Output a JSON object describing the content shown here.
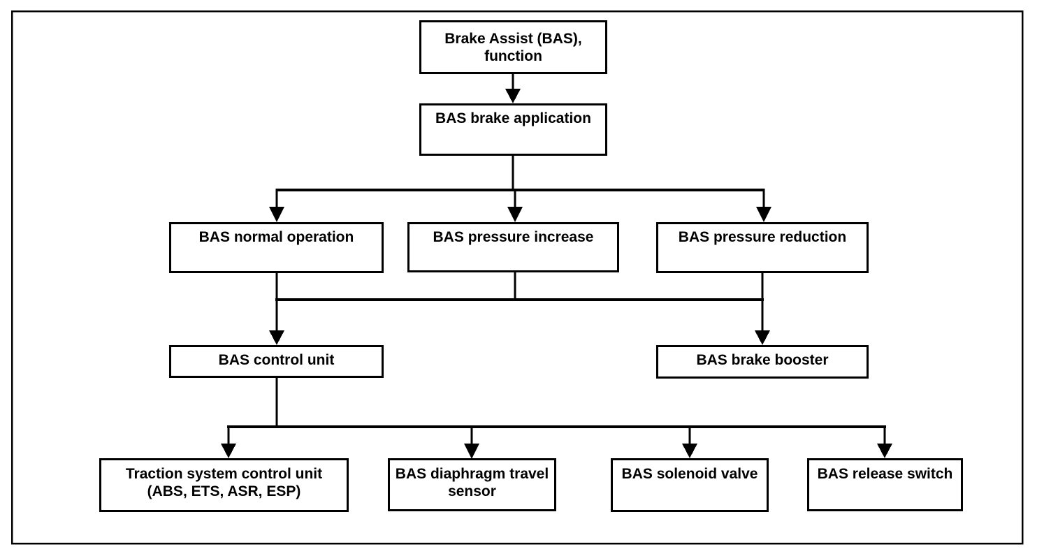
{
  "diagram": {
    "type": "flowchart",
    "colors": {
      "line": "#000000",
      "background": "#ffffff",
      "box_fill": "#ffffff",
      "text": "#000000"
    },
    "nodes": {
      "function": {
        "label": "Brake Assist (BAS),\nfunction"
      },
      "brake_application": {
        "label": "BAS brake application"
      },
      "normal_operation": {
        "label": "BAS normal operation"
      },
      "pressure_increase": {
        "label": "BAS pressure increase"
      },
      "pressure_reduction": {
        "label": "BAS pressure reduction"
      },
      "control_unit": {
        "label": "BAS control unit"
      },
      "brake_booster": {
        "label": "BAS brake booster"
      },
      "traction_control": {
        "label": "Traction system control unit\n(ABS, ETS, ASR, ESP)"
      },
      "diaphragm_sensor": {
        "label": "BAS diaphragm travel\nsensor"
      },
      "solenoid_valve": {
        "label": "BAS solenoid valve"
      },
      "release_switch": {
        "label": "BAS release switch"
      }
    },
    "edges": [
      {
        "from": "function",
        "to": "brake_application"
      },
      {
        "from": "brake_application",
        "to": "normal_operation"
      },
      {
        "from": "brake_application",
        "to": "pressure_increase"
      },
      {
        "from": "brake_application",
        "to": "pressure_reduction"
      },
      {
        "from": "normal_operation",
        "to": "control_unit"
      },
      {
        "from": "pressure_increase",
        "to": "control_unit"
      },
      {
        "from": "pressure_reduction",
        "to": "control_unit"
      },
      {
        "from": "normal_operation",
        "to": "brake_booster"
      },
      {
        "from": "pressure_increase",
        "to": "brake_booster"
      },
      {
        "from": "pressure_reduction",
        "to": "brake_booster"
      },
      {
        "from": "control_unit",
        "to": "traction_control"
      },
      {
        "from": "control_unit",
        "to": "diaphragm_sensor"
      },
      {
        "from": "control_unit",
        "to": "solenoid_valve"
      },
      {
        "from": "control_unit",
        "to": "release_switch"
      }
    ]
  }
}
